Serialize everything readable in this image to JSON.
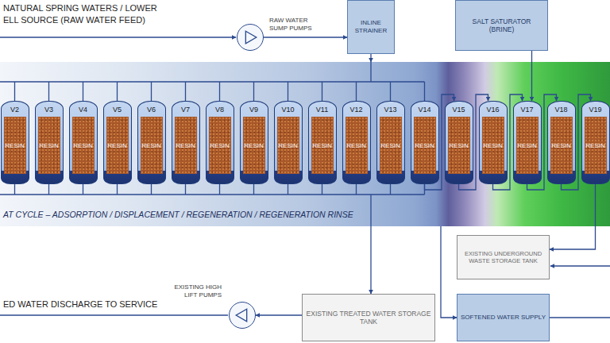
{
  "diagram": {
    "nodes": [
      {
        "text": [
          "RAW WATER SUMP PUMPS"
        ]
      },
      {
        "text": [
          "INLINE STRAINER"
        ]
      },
      {
        "text": [
          "SALT SATURATOR (BRINE)"
        ]
      },
      {
        "text": [
          "AT CYCLE – ADSORPTION / DISPLACEMENT / REGENERATION / REGENERATION RINSE"
        ]
      },
      {
        "text": [
          "V2",
          "RESIN"
        ],
        "in": 3
      },
      {
        "text": [
          "V3",
          "RESIN"
        ],
        "in": 3
      },
      {
        "text": [
          "V4",
          "RESIN"
        ],
        "in": 3
      },
      {
        "text": [
          "V5",
          "RESIN"
        ],
        "in": 3
      },
      {
        "text": [
          "V6",
          "RESIN"
        ],
        "in": 3
      },
      {
        "text": [
          "V7",
          "RESIN"
        ],
        "in": 3
      },
      {
        "text": [
          "V8",
          "RESIN"
        ],
        "in": 3
      },
      {
        "text": [
          "V9",
          "RESIN"
        ],
        "in": 3
      },
      {
        "text": [
          "V10",
          "RESIN"
        ],
        "in": 3
      },
      {
        "text": [
          "V11",
          "RESIN"
        ],
        "in": 3
      },
      {
        "text": [
          "V12",
          "RESIN"
        ],
        "in": 3
      },
      {
        "text": [
          "V13",
          "RESIN"
        ],
        "in": 3
      },
      {
        "text": [
          "V14",
          "RESIN"
        ],
        "in": 3
      },
      {
        "text": [
          "V15",
          "RESIN"
        ],
        "in": 3
      },
      {
        "text": [
          "V16",
          "RESIN"
        ],
        "in": 3
      },
      {
        "text": [
          "V17",
          "RESIN"
        ],
        "in": 3
      },
      {
        "text": [
          "V18",
          "RESIN"
        ],
        "in": 3
      },
      {
        "text": [
          "V19",
          "RESIN"
        ],
        "in": 3
      },
      {
        "text": [
          "EXISTING UNDERGROUND WASTE STORAGE TANK"
        ]
      },
      {
        "text": [
          "EXISTING HIGH LIFT PUMPS"
        ]
      },
      {
        "text": [
          "EXISTING TREATED WATER STORAGE TANK"
        ]
      },
      {
        "text": [
          "SOFTENED WATER SUPPLY"
        ]
      }
    ],
    "edges": [
      {
        "from": 0,
        "to": 1,
        "arrow": "to"
      },
      {
        "from": 1,
        "to": 3,
        "arrow": "to"
      },
      {
        "from": 2,
        "to": 19,
        "arrow": "to"
      },
      {
        "from": 16,
        "to": 17,
        "arrow": "to"
      },
      {
        "from": 17,
        "to": 18,
        "arrow": "to"
      },
      {
        "from": 18,
        "to": 19,
        "arrow": "to"
      },
      {
        "from": 19,
        "to": 20,
        "arrow": "to"
      },
      {
        "from": 20,
        "to": 21,
        "arrow": "to"
      },
      {
        "from": 21,
        "to": 22,
        "arrow": "to"
      },
      {
        "from": 3,
        "to": 24,
        "arrow": "to"
      },
      {
        "from": 24,
        "to": 23,
        "arrow": "to"
      },
      {
        "from": 3,
        "to": 25,
        "arrow": "to"
      }
    ],
    "labels": [
      "NATURAL SPRING WATERS / LOWER",
      "ELL SOURCE (RAW WATER FEED)",
      "ED WATER DISCHARGE TO SERVICE"
    ]
  }
}
